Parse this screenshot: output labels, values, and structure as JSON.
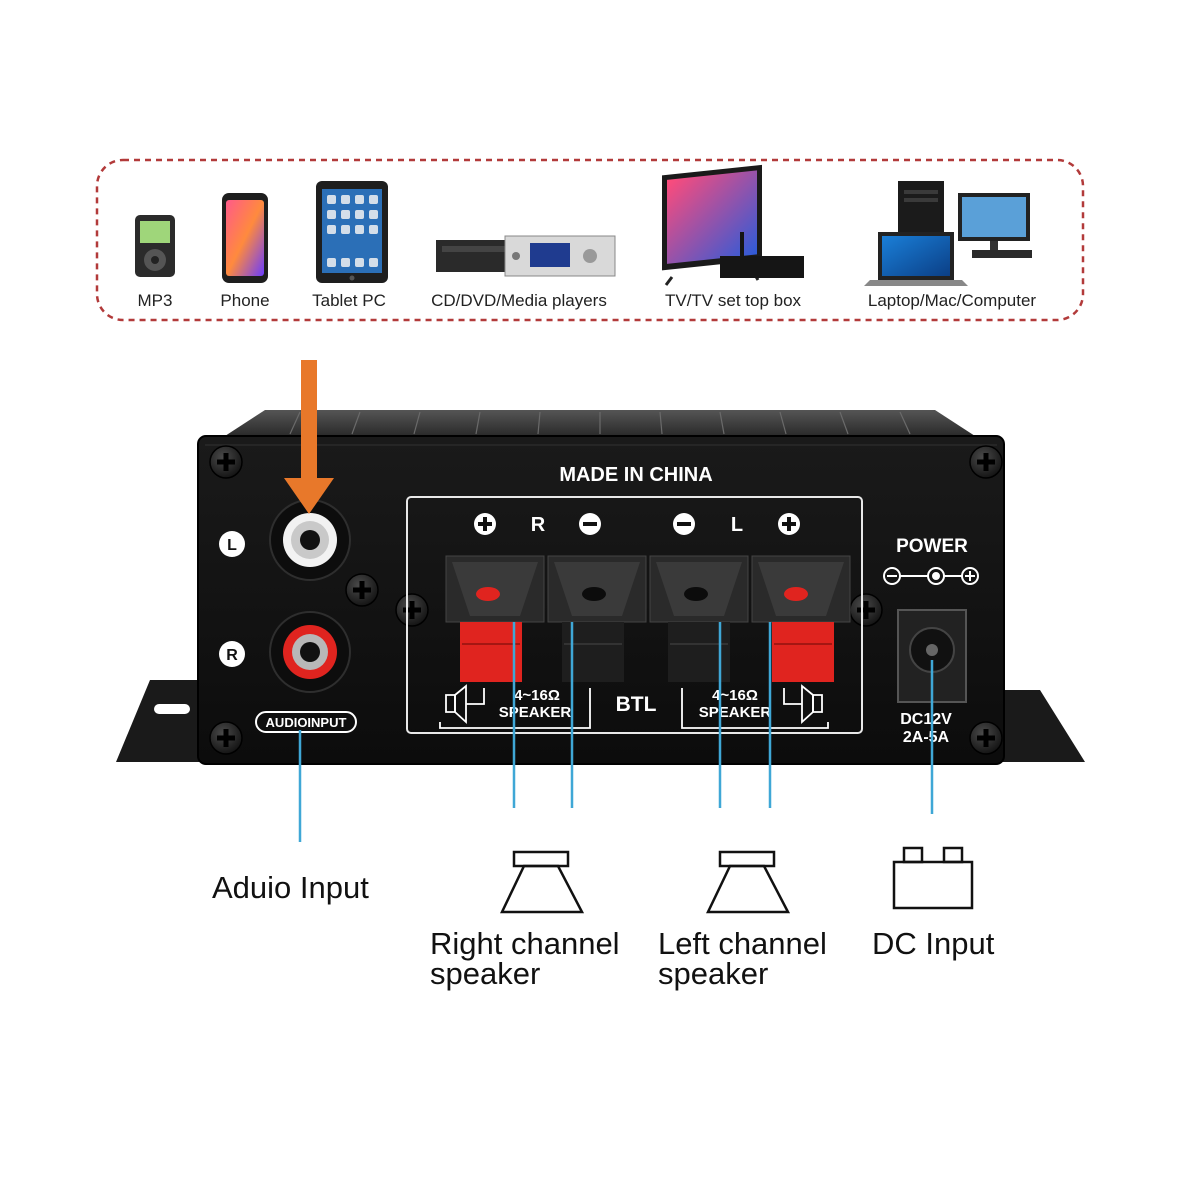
{
  "devices": [
    {
      "label": "MP3",
      "icon": "mp3-player-icon"
    },
    {
      "label": "Phone",
      "icon": "smartphone-icon"
    },
    {
      "label": "Tablet PC",
      "icon": "tablet-icon"
    },
    {
      "label": "CD/DVD/Media players",
      "icon": "media-player-icon"
    },
    {
      "label": "TV/TV set top box",
      "icon": "tv-icon"
    },
    {
      "label": "Laptop/Mac/Computer",
      "icon": "computer-icon"
    }
  ],
  "panel": {
    "made_in": "MADE IN CHINA",
    "jack_left": "L",
    "jack_right": "R",
    "audio_input": "AUDIOINPUT",
    "channel_r": "R",
    "channel_l": "L",
    "impedance_right": "4~16Ω",
    "speaker_right": "SPEAKER",
    "btl": "BTL",
    "impedance_left": "4~16Ω",
    "speaker_left": "SPEAKER",
    "power": "POWER",
    "dc_spec_1": "DC12V",
    "dc_spec_2": "2A-5A"
  },
  "callouts": {
    "audio_input": "Aduio Input",
    "right_speaker_1": "Right channel",
    "right_speaker_2": "speaker",
    "left_speaker_1": "Left channel",
    "left_speaker_2": "speaker",
    "dc_input": "DC Input"
  },
  "colors": {
    "dashed_border": "#b23a3a",
    "arrow": "#e8782a",
    "leader_line": "#3fa7d6",
    "chassis": "#1b1b1b",
    "terminal_red": "#e0241f"
  }
}
